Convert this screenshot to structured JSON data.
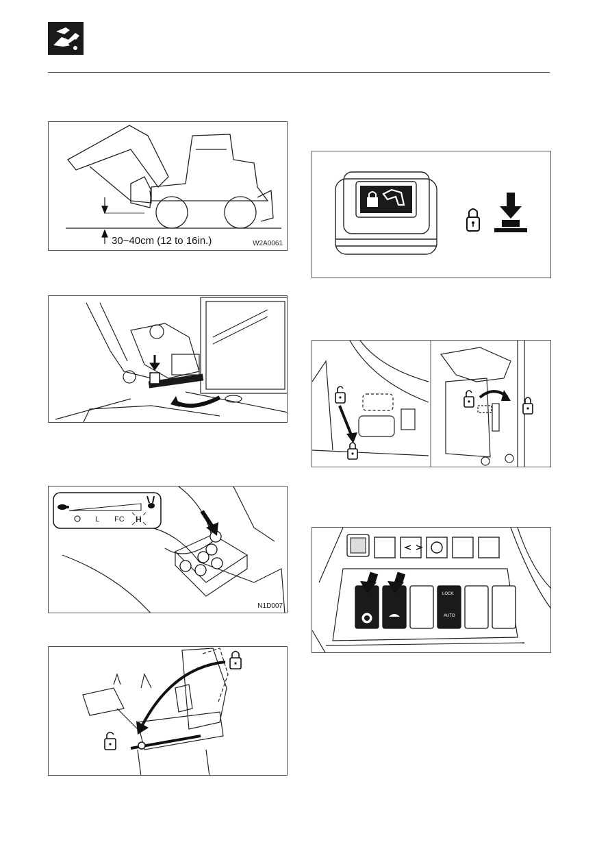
{
  "header": {
    "icon": "hand-wrench-icon"
  },
  "figures": {
    "lowered_bucket": {
      "measurement": "30~40cm (12 to 16in.)",
      "code": "W2A0061"
    },
    "work_lock": {},
    "boom_lock": {},
    "speed_panel": {
      "labels": {
        "l": "L",
        "fc": "FC",
        "h": "H"
      },
      "code": "N1D007"
    },
    "seat_lever": {},
    "console_levers": {},
    "switch_panel": {
      "lock_label": "LOCK",
      "auto_label": "AUTO"
    }
  }
}
